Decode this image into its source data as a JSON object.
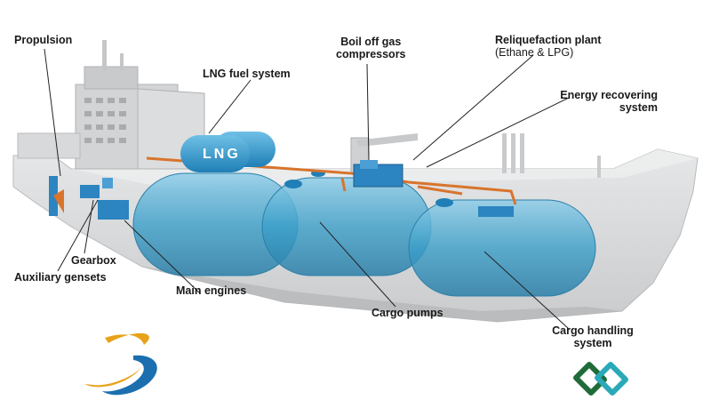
{
  "labels": {
    "propulsion": "Propulsion",
    "lng_fuel_system": "LNG fuel system",
    "boil_off_line1": "Boil off gas",
    "boil_off_line2": "compressors",
    "reliquefaction_line1": "Reliquefaction plant",
    "reliquefaction_line2": "(Ethane & LPG)",
    "energy_line1": "Energy recovering",
    "energy_line2": "system",
    "gearbox": "Gearbox",
    "auxiliary_gensets": "Auxiliary gensets",
    "main_engines": "Main engines",
    "cargo_pumps": "Cargo pumps",
    "cargo_handling_line1": "Cargo handling",
    "cargo_handling_line2": "system"
  },
  "tank_text": "LNG",
  "colors": {
    "hull": "#d9dadb",
    "hull_dark": "#bfc1c3",
    "tank": "#3b9fc9",
    "tank_light": "#7cc4e2",
    "pipe": "#d8742c",
    "leader": "#222222",
    "logo_left_blue": "#1b6fae",
    "logo_left_gold": "#e8a21a",
    "logo_right_green": "#1f6b3a",
    "logo_right_teal": "#2aa9b8"
  },
  "logos": [
    "left-company-logo",
    "right-company-logo"
  ]
}
